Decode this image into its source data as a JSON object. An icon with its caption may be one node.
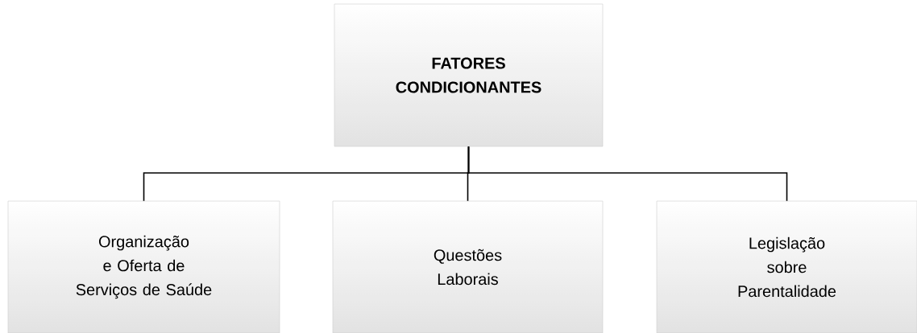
{
  "diagram": {
    "nodes": [
      {
        "text": [
          "**FATORES CONDICIONANTES**"
        ]
      },
      {
        "text": [
          "Organização e Oferta de Serviços de Saúde"
        ]
      },
      {
        "text": [
          "Questões Laborais"
        ]
      },
      {
        "text": [
          "Legislação sobre Parentalidade"
        ]
      }
    ],
    "edges": [
      {
        "from": 0,
        "to": 1,
        "arrow": "none"
      },
      {
        "from": 0,
        "to": 2,
        "arrow": "none"
      },
      {
        "from": 0,
        "to": 3,
        "arrow": "none"
      }
    ]
  }
}
